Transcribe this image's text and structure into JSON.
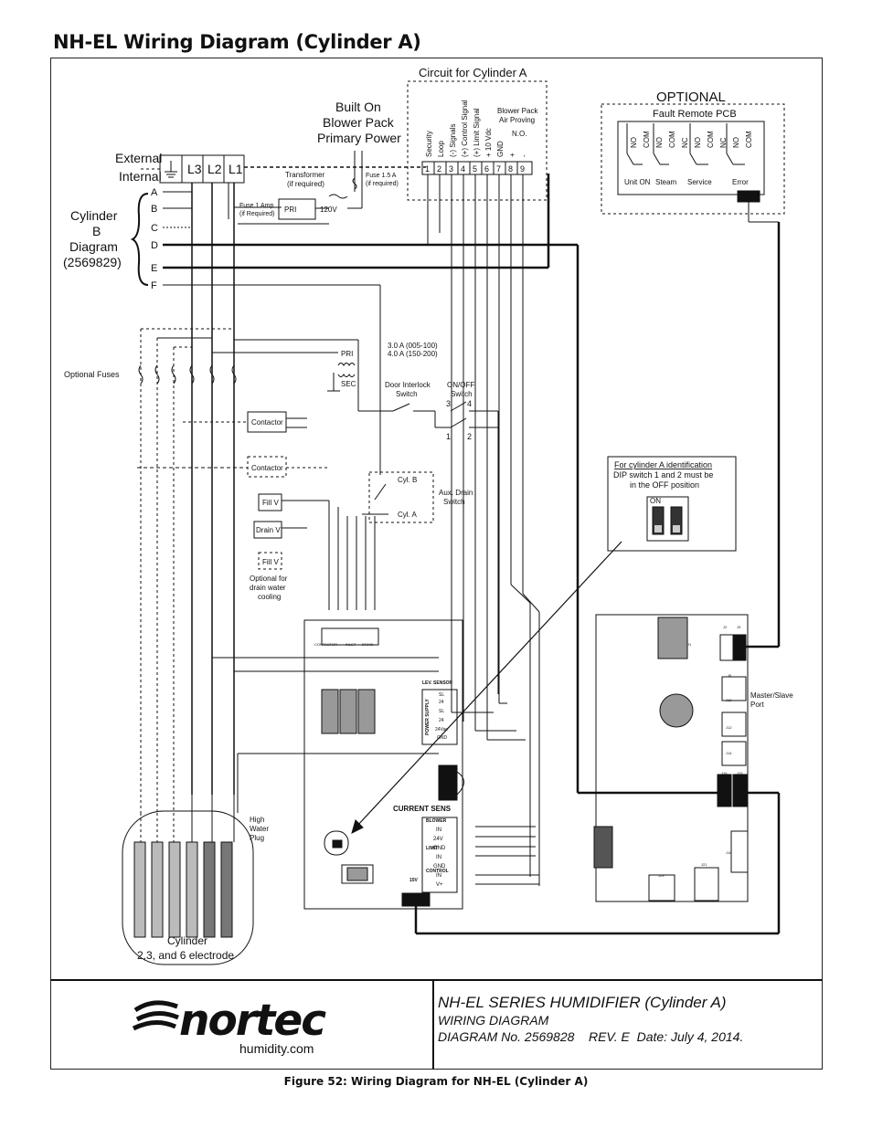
{
  "title": "NH-EL Wiring Diagram (Cylinder A)",
  "caption": "Figure 52: Wiring Diagram for NH-EL (Cylinder A)",
  "title_block": {
    "heading": "NH-EL SERIES HUMIDIFIER (Cylinder A)",
    "subheading": "WIRING DIAGRAM",
    "diagram_no": "DIAGRAM No. 2569828    REV. E  Date: July 4, 2014.",
    "logo_text": "nortec",
    "logo_url": "humidity.com"
  },
  "labels": {
    "circuit": "Circuit for Cylinder A",
    "built_on": [
      "Built On",
      "Blower Pack",
      "Primary Power"
    ],
    "optional": "OPTIONAL",
    "fault_pcb": "Fault Remote PCB",
    "external": "External",
    "internal": "Internal",
    "cylinder_b": [
      "Cylinder",
      "B",
      "Diagram",
      "(2569829)"
    ],
    "transformer": [
      "Transformer",
      "(if required)"
    ],
    "fuse_15": [
      "Fuse 1.5 A",
      "(if required)"
    ],
    "fuse_1": [
      "Fuse 1 Amp",
      "(if Required)"
    ],
    "pri": "PRI",
    "sec": "SEC",
    "v120": "120V",
    "blower_pack": [
      "Blower Pack",
      "Air Proving"
    ],
    "no": "N.O.",
    "fuse_rating": [
      "3.0 A (005-100)",
      "4.0 A (150-200)"
    ],
    "door_interlock": [
      "Door Interlock",
      "Switch"
    ],
    "onoff": [
      "ON/OFF",
      "Switch"
    ],
    "optional_fuses": "Optional Fuses",
    "contactor": "Contactor",
    "fill_v": "Fill V",
    "drain_v": "Drain V",
    "optional_drain": [
      "Optional for",
      "drain water",
      "cooling"
    ],
    "cyl_b": "Cyl. B",
    "cyl_a": "Cyl. A",
    "aux_drain": [
      "Aux. Drain",
      "Switch"
    ],
    "dip_note": [
      "For cylinder A identification",
      "DIP switch 1 and 2 must be",
      "in the OFF position"
    ],
    "on": "ON",
    "master_slave": [
      "Master/Slave",
      "Port"
    ],
    "high_water": [
      "High",
      "Water",
      "Plug"
    ],
    "cylinder": [
      "Cylinder",
      "2,3, and 6 electrode"
    ],
    "current_sens": "CURRENT SENS",
    "lev_sensor": "LEV. SENSOR",
    "power_supply": "POWER SUPPLY",
    "blower": "BLOWER",
    "limit": "LIMIT",
    "control": "CONTROL",
    "board_pins": [
      "IN",
      "24V",
      "GND",
      "IN",
      "GND",
      "IN",
      "V+"
    ],
    "ps_pins": [
      "SL",
      "24",
      "SL",
      "24",
      "24Vac",
      "GND"
    ],
    "ctrl_labels": [
      "CONTACTOR",
      "INLET",
      "DRAIN"
    ],
    "v15": "15V"
  },
  "terminal_block": [
    "L3",
    "L2",
    "L1"
  ],
  "phase_rows": [
    "A",
    "B",
    "C",
    "D",
    "E",
    "F"
  ],
  "circuit_terminals": [
    "1",
    "2",
    "3",
    "4",
    "5",
    "6",
    "7",
    "8",
    "9"
  ],
  "circuit_signals": [
    "Security",
    "Loop",
    "(-) Signals",
    "(+) Control Signal",
    "(+) Limit Signal",
    "+ 10 Vdc",
    "GND",
    "+",
    "-"
  ],
  "fault_contacts": [
    "NO",
    "COM",
    "NO",
    "COM",
    "NC",
    "NO",
    "COM",
    "NC",
    "NO",
    "COM"
  ],
  "fault_outputs": [
    "Unit ON",
    "Steam",
    "Service",
    "Error"
  ],
  "switch_pins": [
    "3",
    "4",
    "1",
    "2"
  ],
  "pcb_labels": [
    "J1",
    "J2",
    "J3",
    "J6",
    "J10",
    "J12",
    "J14",
    "J16",
    "J15",
    "J18",
    "J21",
    "J23"
  ],
  "colors": {
    "line": "#111111",
    "bg": "#ffffff",
    "relay_fill": "#555555",
    "electrode": "#bbbbbb"
  }
}
